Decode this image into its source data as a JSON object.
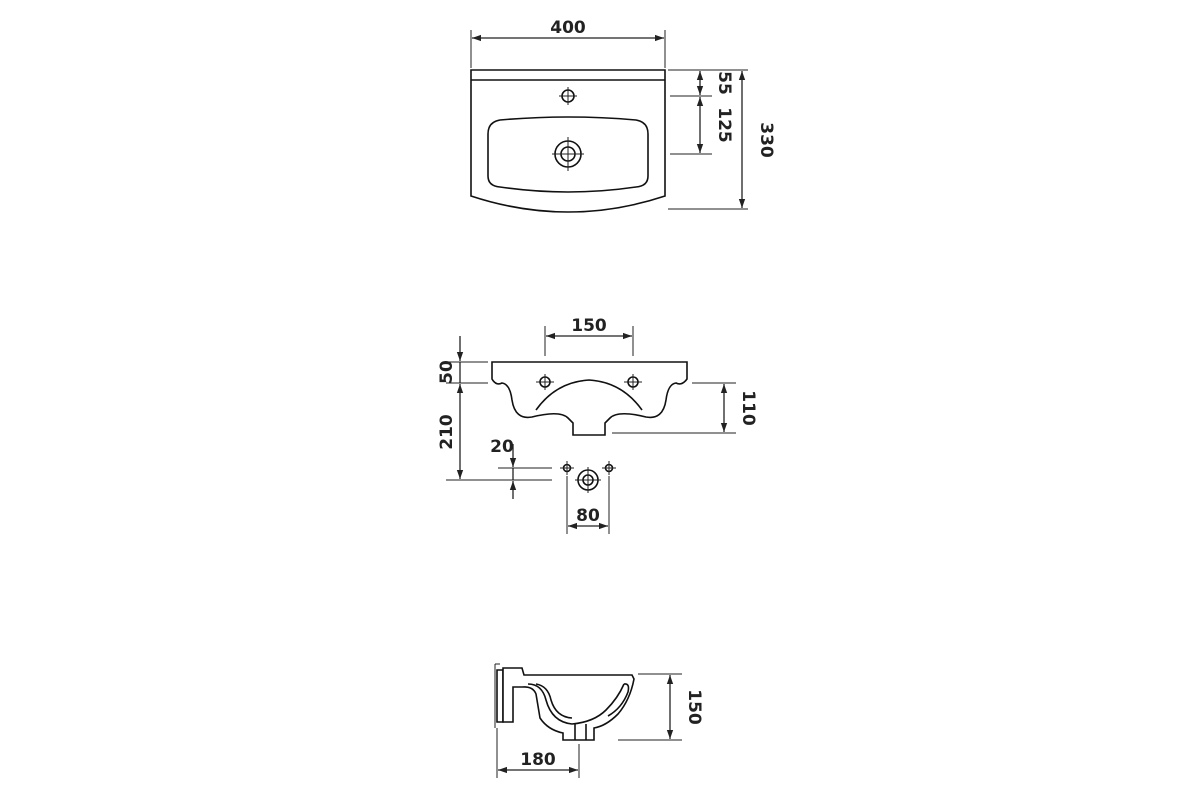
{
  "top_view": {
    "width_label": "400",
    "tap_offset_label": "55",
    "drain_offset_label": "125",
    "depth_label": "330"
  },
  "front_view": {
    "holes_spacing_label": "150",
    "rim_height_label": "50",
    "bowl_depth_label": "110",
    "height_label": "210",
    "fixing_offset_label": "20",
    "fixing_spacing_label": "80"
  },
  "side_view": {
    "height_label": "150",
    "depth_label": "180"
  },
  "colors": {
    "line": "#222222",
    "background": "#ffffff"
  }
}
